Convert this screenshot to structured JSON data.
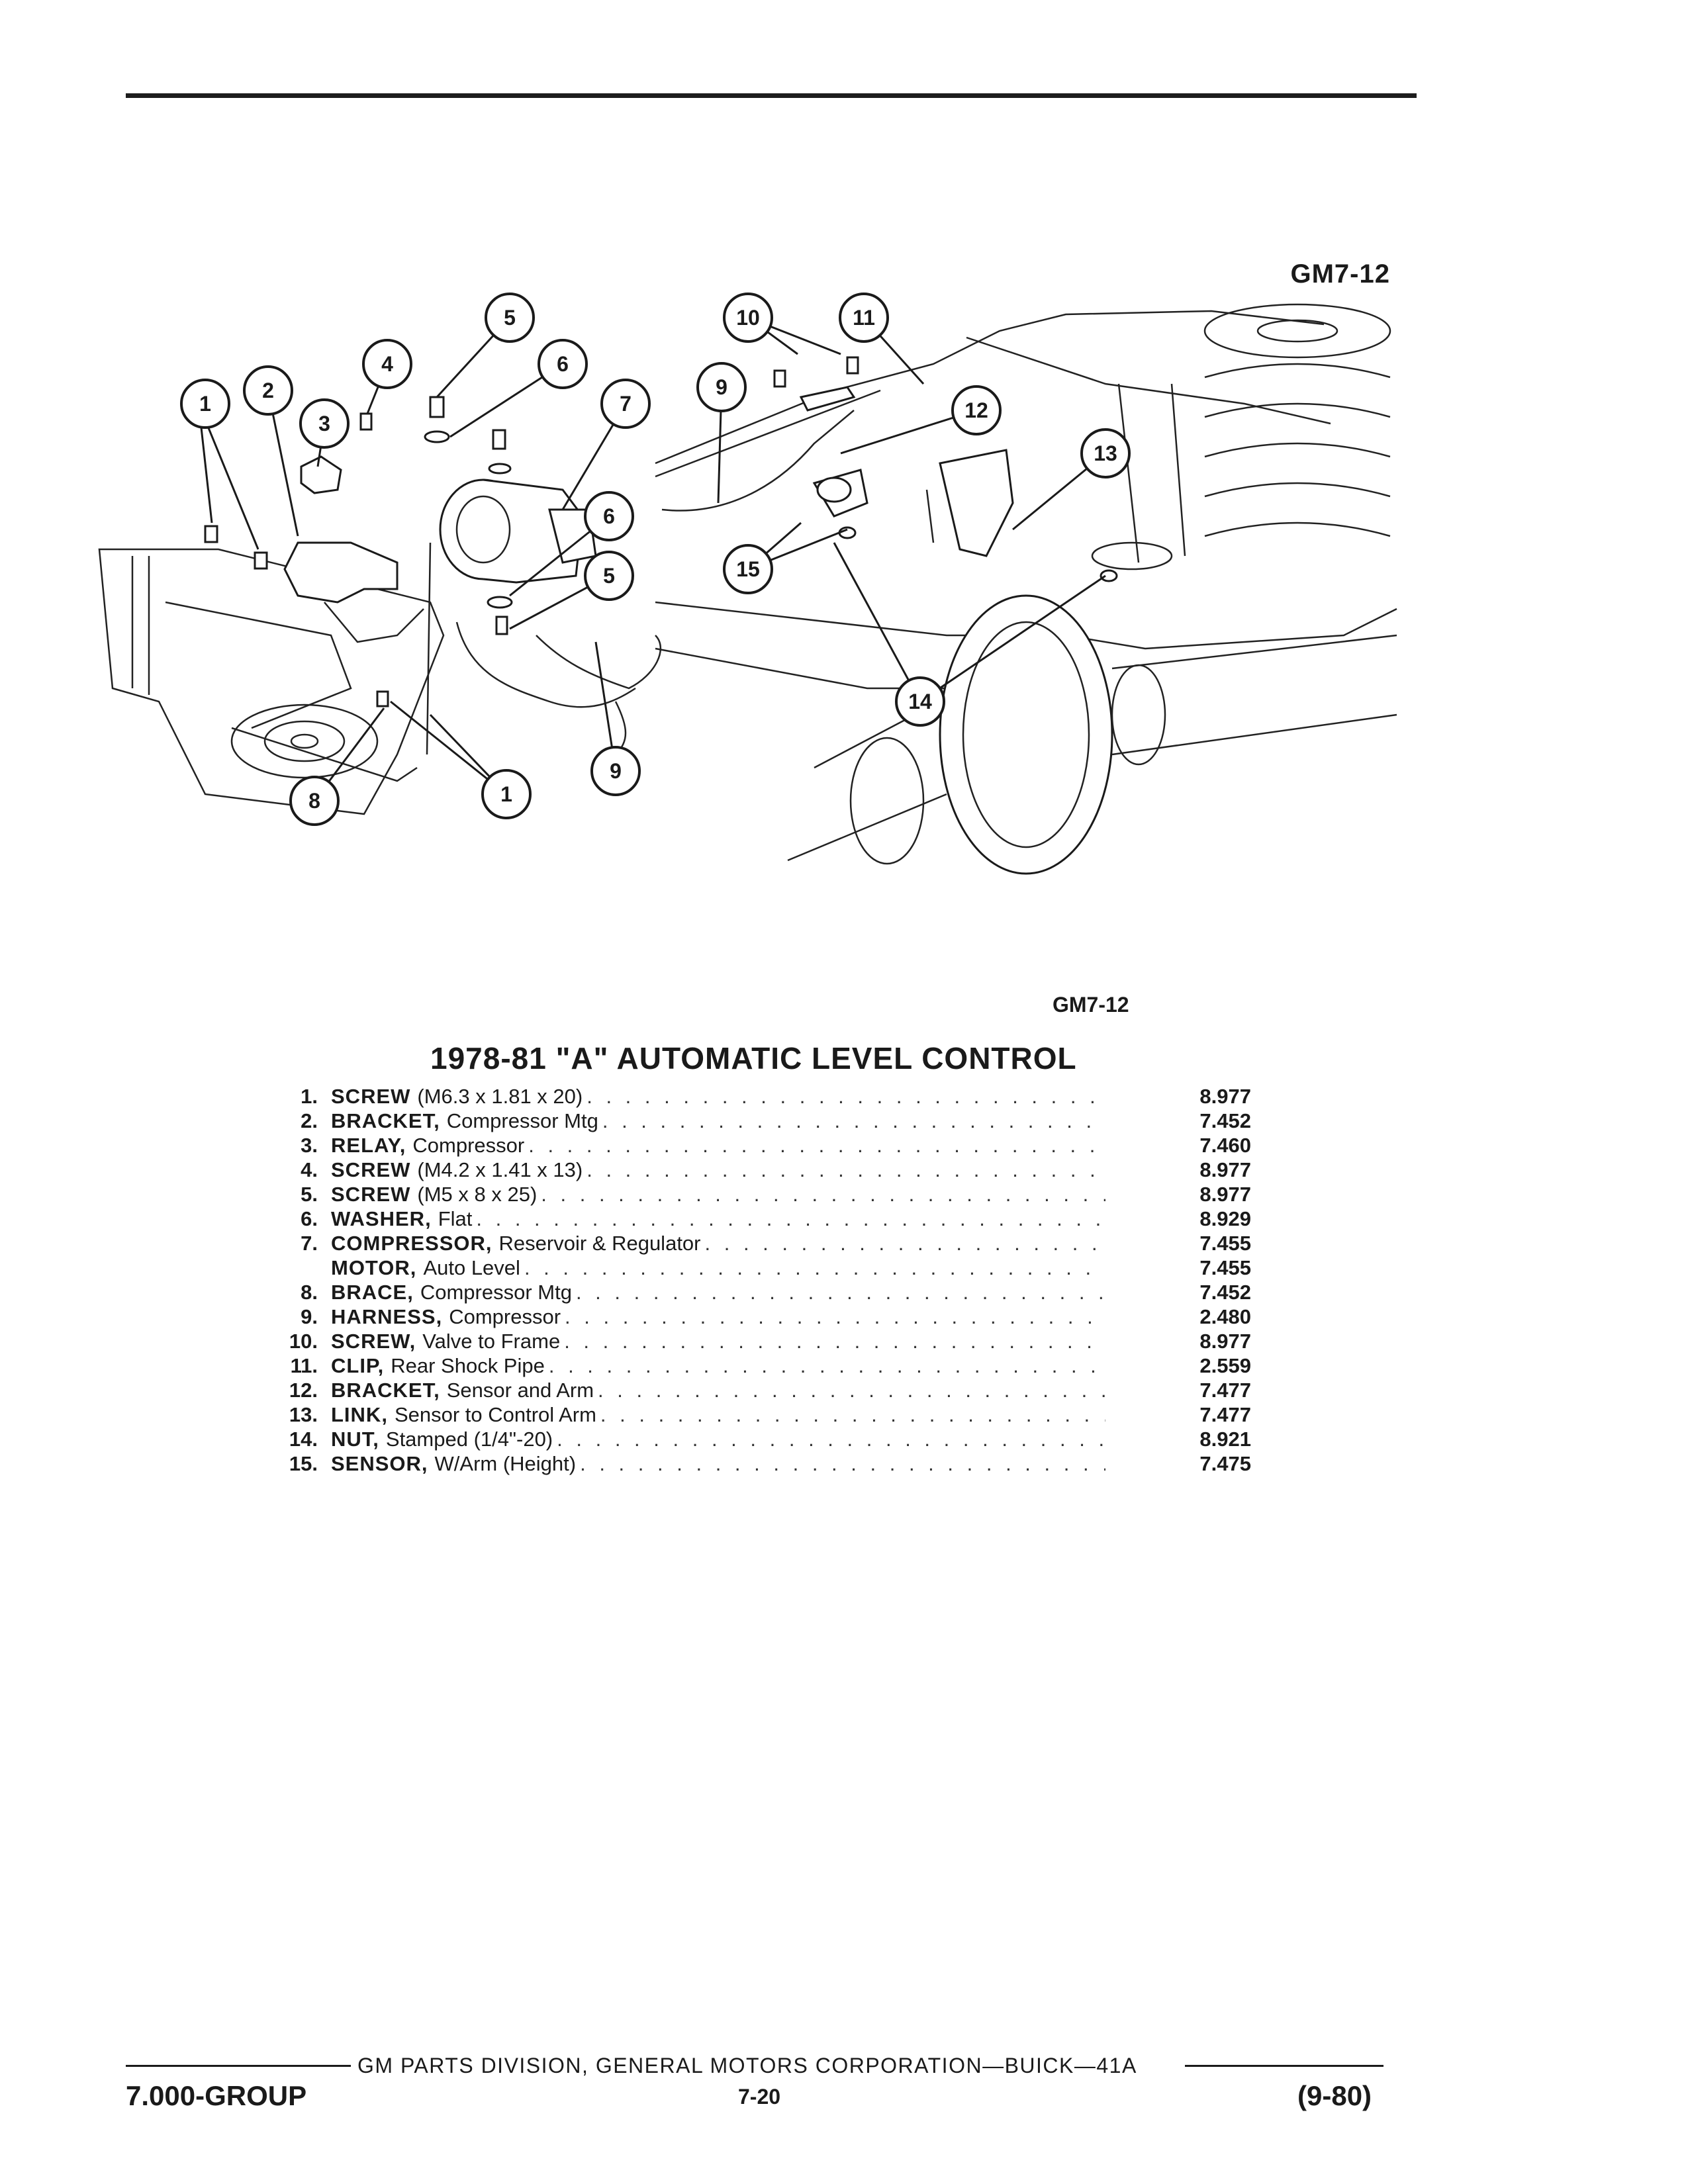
{
  "figure_code_top": "GM7-12",
  "figure_code_bottom": "GM7-12",
  "callouts": [
    "1",
    "2",
    "3",
    "4",
    "5",
    "6",
    "7",
    "6",
    "5",
    "9",
    "1",
    "8",
    "10",
    "11",
    "9",
    "12",
    "13",
    "15",
    "14"
  ],
  "list_title": "1978-81 \"A\" AUTOMATIC LEVEL CONTROL",
  "parts": [
    {
      "num": "1.",
      "name": "SCREW",
      "detail": "(M6.3 x 1.81 x 20)",
      "pn": "8.977"
    },
    {
      "num": "2.",
      "name": "BRACKET,",
      "detail": "Compressor Mtg",
      "pn": "7.452"
    },
    {
      "num": "3.",
      "name": "RELAY,",
      "detail": "Compressor",
      "pn": "7.460"
    },
    {
      "num": "4.",
      "name": "SCREW",
      "detail": "(M4.2 x 1.41 x 13)",
      "pn": "8.977"
    },
    {
      "num": "5.",
      "name": "SCREW",
      "detail": "(M5 x 8 x 25)",
      "pn": "8.977"
    },
    {
      "num": "6.",
      "name": "WASHER,",
      "detail": "Flat",
      "pn": "8.929"
    },
    {
      "num": "7.",
      "name": "COMPRESSOR,",
      "detail": "Reservoir & Regulator",
      "pn": "7.455"
    },
    {
      "num": "",
      "name": "MOTOR,",
      "detail": "Auto Level",
      "pn": "7.455"
    },
    {
      "num": "8.",
      "name": "BRACE,",
      "detail": "Compressor Mtg",
      "pn": "7.452"
    },
    {
      "num": "9.",
      "name": "HARNESS,",
      "detail": "Compressor",
      "pn": "2.480"
    },
    {
      "num": "10.",
      "name": "SCREW,",
      "detail": "Valve to Frame",
      "pn": "8.977"
    },
    {
      "num": "11.",
      "name": "CLIP,",
      "detail": "Rear Shock Pipe",
      "pn": "2.559"
    },
    {
      "num": "12.",
      "name": "BRACKET,",
      "detail": "Sensor and Arm",
      "pn": "7.477"
    },
    {
      "num": "13.",
      "name": "LINK,",
      "detail": "Sensor to Control Arm",
      "pn": "7.477"
    },
    {
      "num": "14.",
      "name": "NUT,",
      "detail": "Stamped (1/4\"-20)",
      "pn": "8.921"
    },
    {
      "num": "15.",
      "name": "SENSOR,",
      "detail": "W/Arm (Height)",
      "pn": "7.475"
    }
  ],
  "footer": {
    "division": "GM PARTS DIVISION, GENERAL MOTORS CORPORATION—BUICK—41A",
    "group": "7.000-GROUP",
    "page": "7-20",
    "date": "(9-80)"
  }
}
